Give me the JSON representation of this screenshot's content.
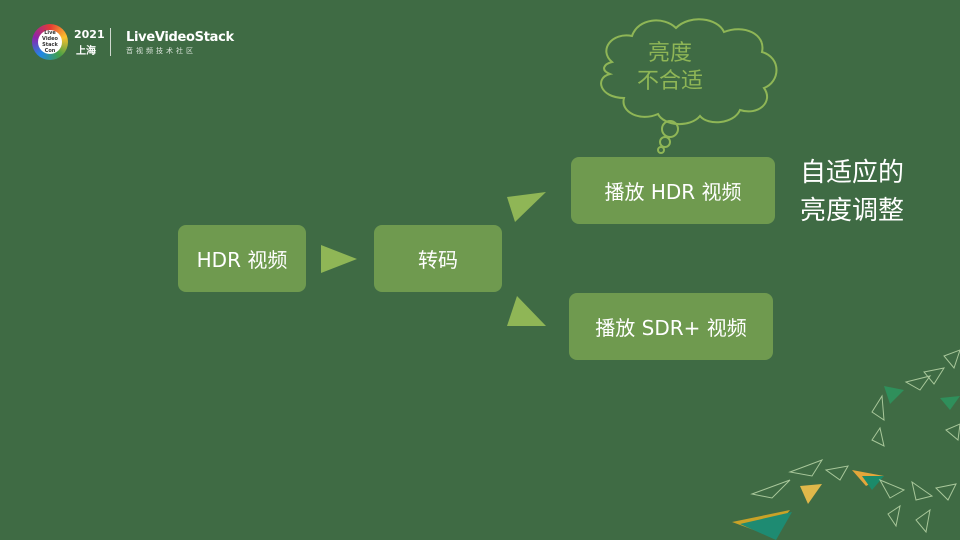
{
  "logo": {
    "badge_lines": [
      "Live Video",
      "Stack Con"
    ],
    "year": "2021",
    "city": "上海",
    "brand": "LiveVideoStack",
    "subtitle": "音视频技术社区"
  },
  "diagram": {
    "nodes": {
      "hdr_video": "HDR 视频",
      "transcode": "转码",
      "play_hdr": "播放 HDR 视频",
      "play_sdr": "播放 SDR+ 视频"
    },
    "thought_bubble": [
      "亮度",
      "不合适"
    ],
    "side_label": [
      "自适应的",
      "亮度调整"
    ],
    "colors": {
      "background": "#3f6b44",
      "box_fill": "#6f9a4f",
      "arrow_fill": "#8fb656",
      "bubble_stroke": "#8fb656"
    }
  }
}
